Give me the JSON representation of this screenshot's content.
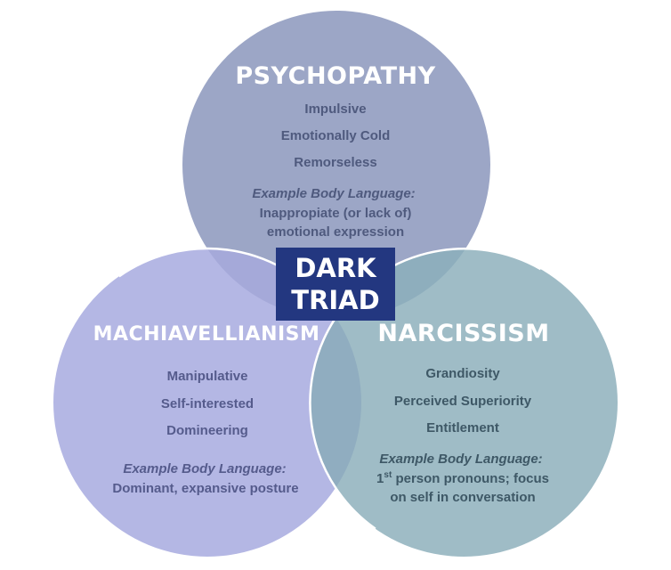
{
  "diagram": {
    "type": "venn",
    "colors": {
      "psychopathy": "#9ca6c6",
      "machiavellianism": "#b4b7e4",
      "narcissism": "#9fbcc6",
      "center_box": "#233780",
      "outline": "#ffffff"
    },
    "center": {
      "line1": "DARK",
      "line2": "TRIAD"
    },
    "sets": {
      "psychopathy": {
        "title": "PSYCHOPATHY",
        "traits": [
          "Impulsive",
          "Emotionally Cold",
          "Remorseless"
        ],
        "example_label": "Example Body Language:",
        "example_lines": [
          "Inappropiate (or lack of)",
          "emotional expression"
        ]
      },
      "machiavellianism": {
        "title": "MACHIAVELLIANISM",
        "traits": [
          "Manipulative",
          "Self-interested",
          "Domineering"
        ],
        "example_label": "Example Body Language:",
        "example_lines": [
          "Dominant, expansive posture"
        ]
      },
      "narcissism": {
        "title": "NARCISSISM",
        "traits": [
          "Grandiosity",
          "Perceived Superiority",
          "Entitlement"
        ],
        "example_label": "Example Body Language:",
        "example_line1_number": "1",
        "example_line1_sup": "st",
        "example_line1_rest": " person pronouns; focus",
        "example_line2": "on self in conversation"
      }
    }
  }
}
